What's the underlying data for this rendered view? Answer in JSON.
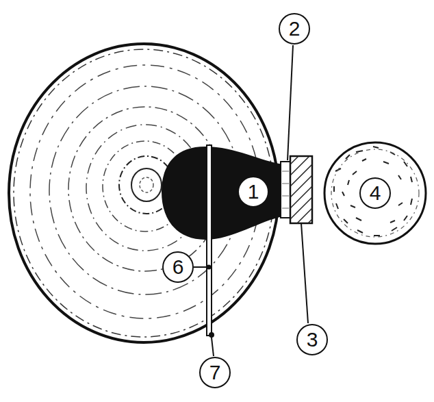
{
  "diagram": {
    "labels": [
      "2",
      "1",
      "4",
      "6",
      "3",
      "7"
    ]
  }
}
